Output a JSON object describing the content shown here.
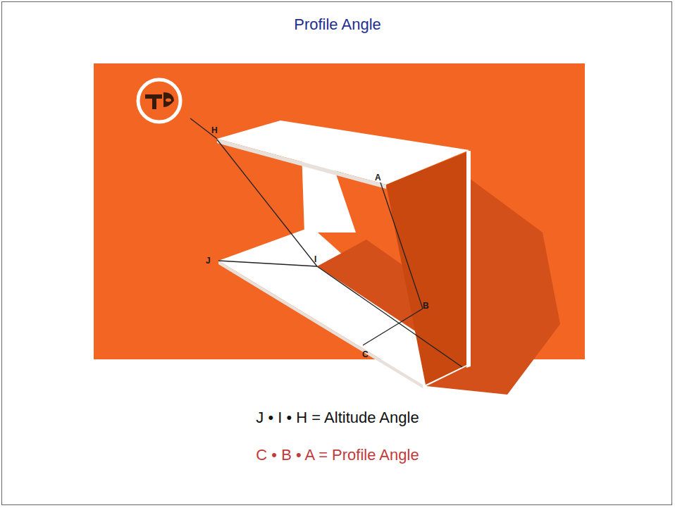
{
  "diagram": {
    "title": "Profile Angle",
    "labels": [
      "H",
      "A",
      "J",
      "I",
      "B",
      "C",
      "J • I • H = Altitude Angle",
      "C • B • A = Profile Angle"
    ]
  }
}
